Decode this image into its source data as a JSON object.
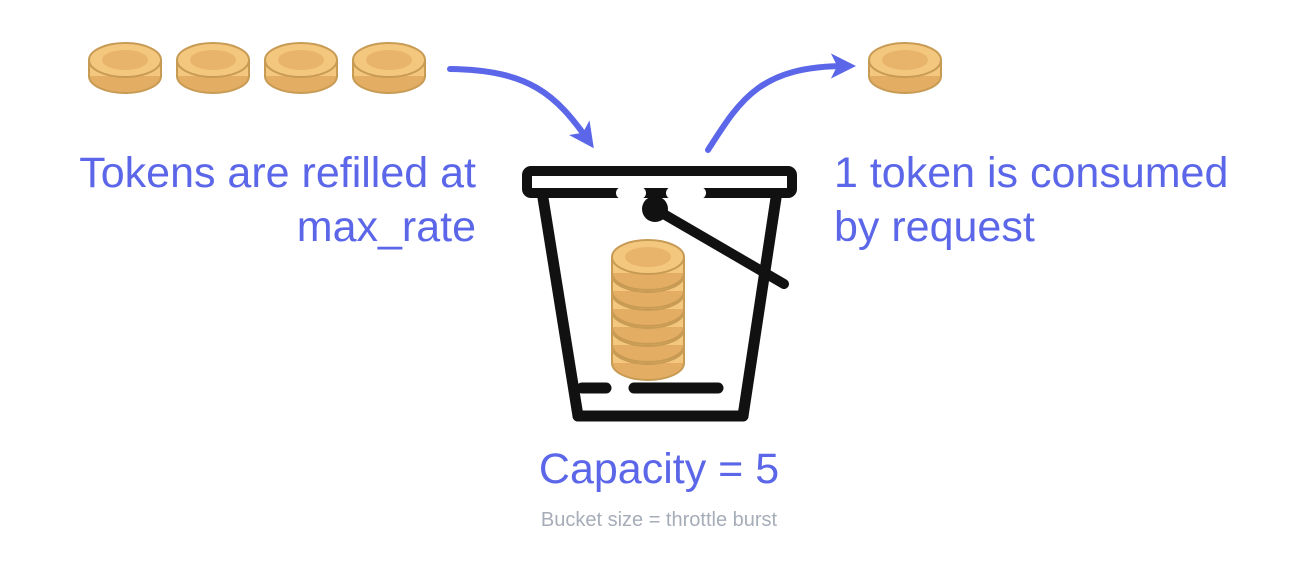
{
  "left_label": {
    "line1": "Tokens are refilled at",
    "line2": "max_rate"
  },
  "right_label": {
    "line1": "1 token is consumed",
    "line2": "by request"
  },
  "capacity": "Capacity = 5",
  "subtitle": "Bucket size = throttle burst",
  "icons": {
    "incoming_tokens": "coin-icon",
    "outgoing_token": "coin-icon",
    "bucket": "bucket-icon",
    "stack": "coin-stack-icon"
  },
  "colors": {
    "accent": "#5b67e8",
    "coin_fill": "#f4c77f",
    "coin_inner": "#e8b46c",
    "coin_stroke": "#c89b55",
    "bucket": "#111111",
    "subtitle": "#a6adb8"
  }
}
